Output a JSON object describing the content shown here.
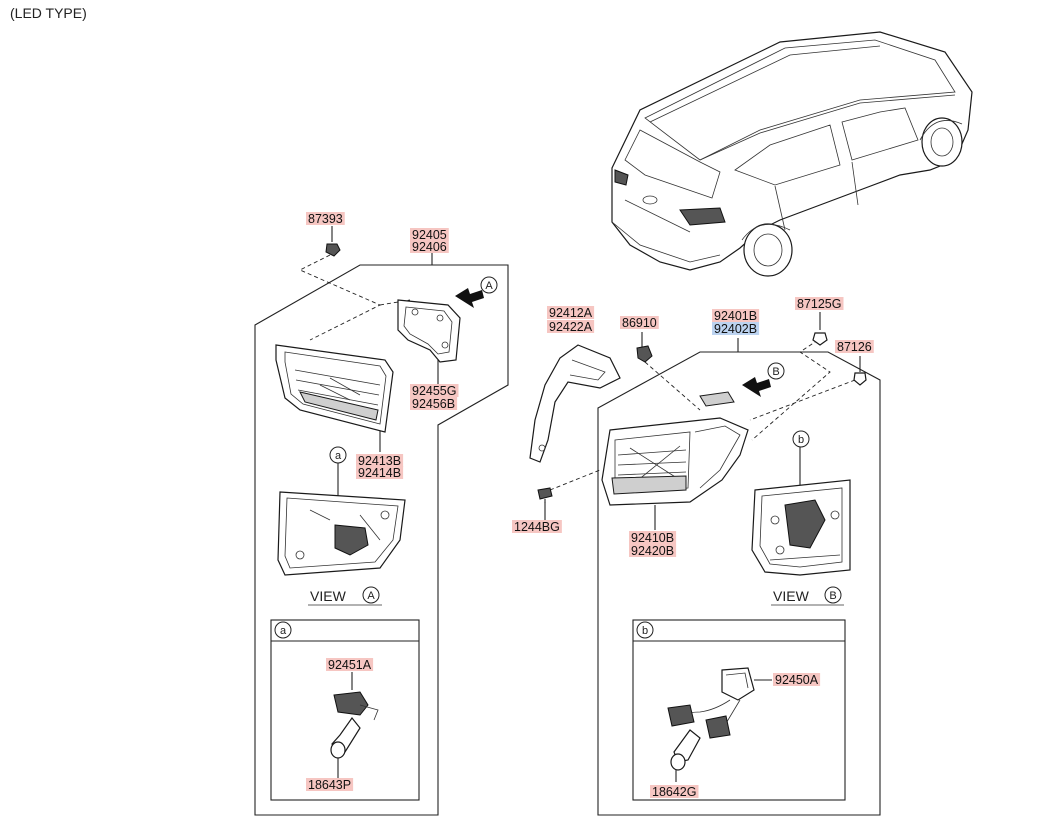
{
  "header": {
    "title": "(LED TYPE)"
  },
  "part_numbers": [
    {
      "id": "pn_87393",
      "text": "87393",
      "highlight": false
    },
    {
      "id": "pn_92405",
      "text": "92405",
      "highlight": false
    },
    {
      "id": "pn_92406",
      "text": "92406",
      "highlight": false
    },
    {
      "id": "pn_92455G",
      "text": "92455G",
      "highlight": false
    },
    {
      "id": "pn_92456B",
      "text": "92456B",
      "highlight": false
    },
    {
      "id": "pn_92413B",
      "text": "92413B",
      "highlight": false
    },
    {
      "id": "pn_92414B",
      "text": "92414B",
      "highlight": false
    },
    {
      "id": "pn_92412A",
      "text": "92412A",
      "highlight": false
    },
    {
      "id": "pn_92422A",
      "text": "92422A",
      "highlight": false
    },
    {
      "id": "pn_86910",
      "text": "86910",
      "highlight": false
    },
    {
      "id": "pn_92401B",
      "text": "92401B",
      "highlight": false
    },
    {
      "id": "pn_92402B",
      "text": "92402B",
      "highlight": true
    },
    {
      "id": "pn_87125G",
      "text": "87125G",
      "highlight": false
    },
    {
      "id": "pn_87126",
      "text": "87126",
      "highlight": false
    },
    {
      "id": "pn_1244BG",
      "text": "1244BG",
      "highlight": false
    },
    {
      "id": "pn_92410B",
      "text": "92410B",
      "highlight": false
    },
    {
      "id": "pn_92420B",
      "text": "92420B",
      "highlight": false
    },
    {
      "id": "pn_92451A",
      "text": "92451A",
      "highlight": false
    },
    {
      "id": "pn_18643P",
      "text": "18643P",
      "highlight": false
    },
    {
      "id": "pn_92450A",
      "text": "92450A",
      "highlight": false
    },
    {
      "id": "pn_18642G",
      "text": "18642G",
      "highlight": false
    }
  ],
  "callouts": {
    "a": "a",
    "b": "b",
    "A": "A",
    "B": "B"
  },
  "views": {
    "view_a_label": "VIEW",
    "view_b_label": "VIEW"
  },
  "colors": {
    "label_fill": "#f6c6c2",
    "highlight_fill": "#bcd3f0",
    "line": "#222222"
  }
}
